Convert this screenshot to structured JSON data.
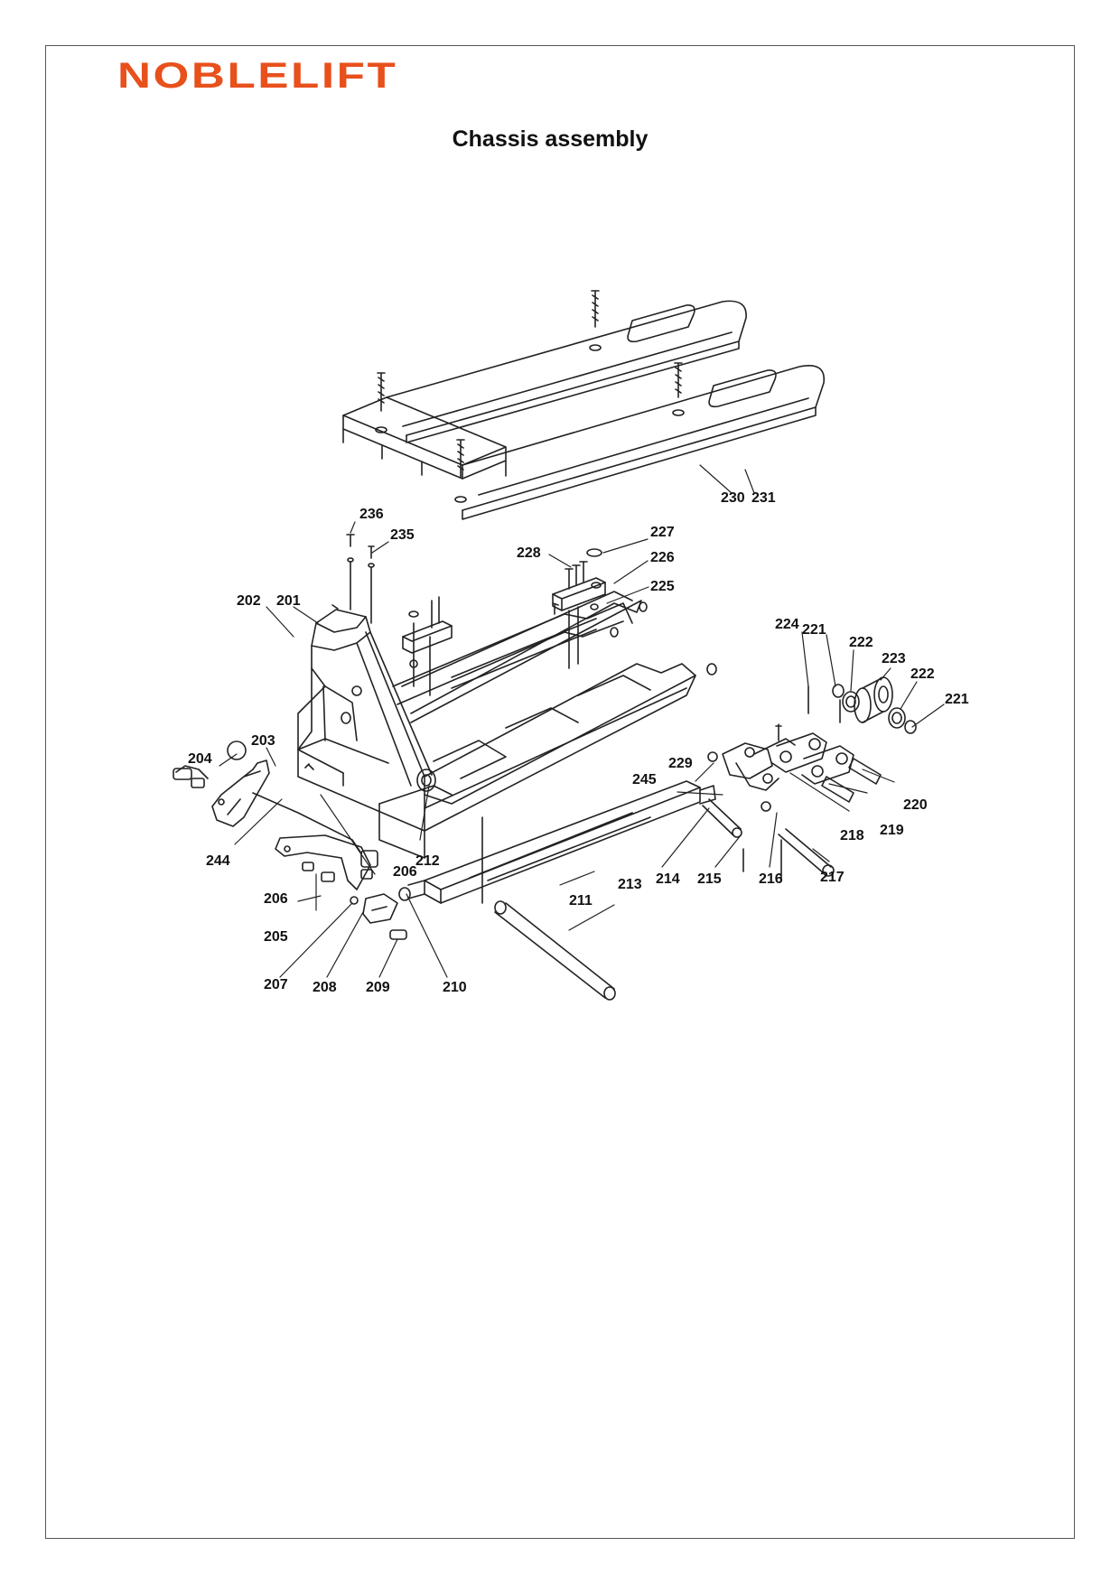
{
  "brand": {
    "name": "NOBLELIFT",
    "color": "#e8501c"
  },
  "title": "Chassis assembly",
  "part_labels": [
    "201",
    "202",
    "203",
    "204",
    "205",
    "206",
    "206",
    "207",
    "208",
    "209",
    "210",
    "211",
    "212",
    "213",
    "214",
    "215",
    "216",
    "217",
    "218",
    "219",
    "220",
    "221",
    "221",
    "222",
    "222",
    "223",
    "224",
    "225",
    "226",
    "227",
    "228",
    "229",
    "230",
    "231",
    "235",
    "236",
    "244",
    "245"
  ]
}
